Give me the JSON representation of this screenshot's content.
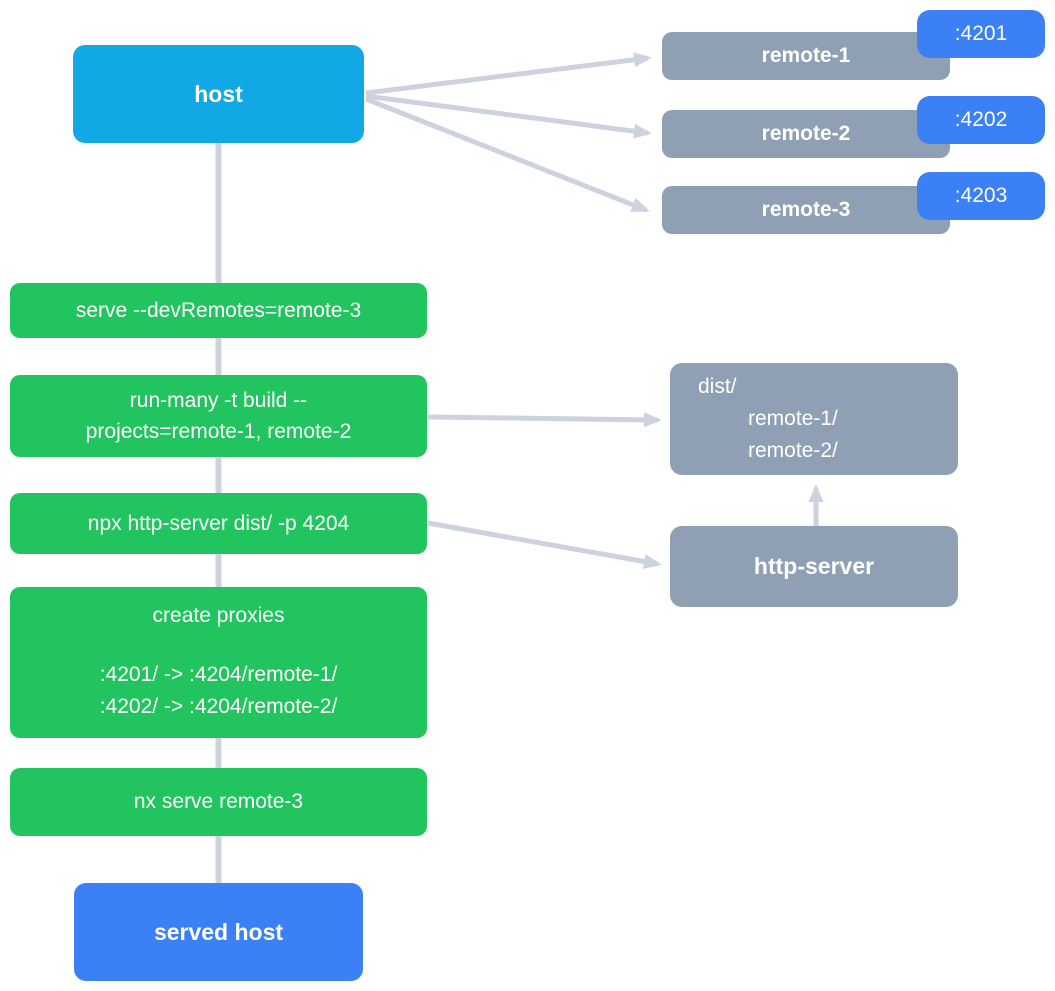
{
  "colors": {
    "host": "#12a8e6",
    "green": "#22c45f",
    "gray": "#8fa0b4",
    "blue": "#3b80f5",
    "arrow": "#ccd3de",
    "text": "#ffffff"
  },
  "host": {
    "label": "host"
  },
  "remotes": [
    {
      "label": "remote-1",
      "port": ":4201"
    },
    {
      "label": "remote-2",
      "port": ":4202"
    },
    {
      "label": "remote-3",
      "port": ":4203"
    }
  ],
  "steps": {
    "serve": {
      "label": "serve --devRemotes=remote-3"
    },
    "run_many": {
      "lines": [
        "run-many -t build --",
        "projects=remote-1, remote-2"
      ]
    },
    "http_server_cmd": {
      "label": "npx http-server dist/ -p 4204"
    },
    "create_proxies": {
      "title": "create proxies",
      "mappings": [
        ":4201/ -> :4204/remote-1/",
        ":4202/ -> :4204/remote-2/"
      ]
    },
    "nx_serve": {
      "label": "nx serve remote-3"
    }
  },
  "dist": {
    "root": "dist/",
    "children": [
      "remote-1/",
      "remote-2/"
    ]
  },
  "http_server": {
    "label": "http-server"
  },
  "served_host": {
    "label": "served host"
  }
}
